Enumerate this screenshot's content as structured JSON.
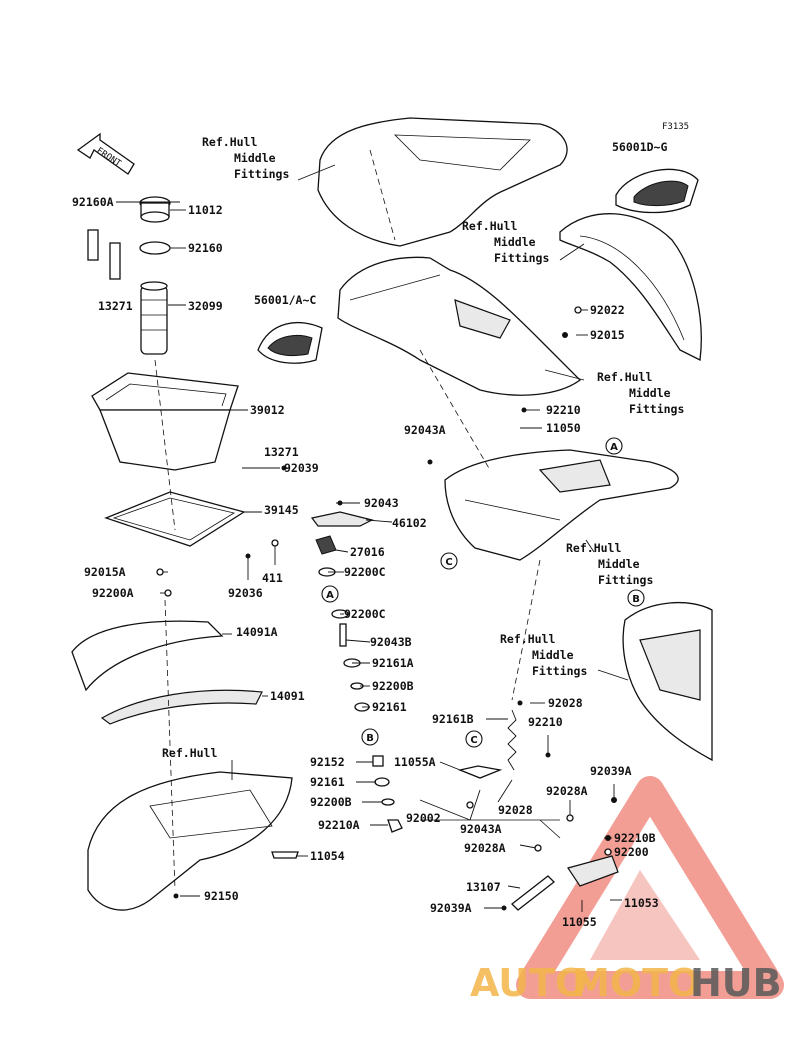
{
  "figure_code": "F3135",
  "front_arrow_text": "FRONT",
  "ref_labels": {
    "ref_hull_middle_1": [
      "Ref.Hull",
      "Middle",
      "Fittings"
    ],
    "ref_hull_middle_2": [
      "Ref.Hull",
      "Middle",
      "Fittings"
    ],
    "ref_hull_middle_3": [
      "Ref.Hull",
      "Middle",
      "Fittings"
    ],
    "ref_hull_middle_4": [
      "Ref.Hull",
      "Middle",
      "Fittings"
    ],
    "ref_hull_middle_5": [
      "Ref.Hull",
      "Middle",
      "Fittings"
    ],
    "ref_hull": "Ref.Hull"
  },
  "circle_refs": [
    "A",
    "A",
    "B",
    "B",
    "C",
    "C"
  ],
  "part_labels": {
    "p92160A": "92160A",
    "p11012": "11012",
    "p92160": "92160",
    "p13271a": "13271",
    "p32099": "32099",
    "p56001AC": "56001/A~C",
    "p39012": "39012",
    "p13271b": "13271",
    "p92039": "92039",
    "p39145": "39145",
    "p92043": "92043",
    "p46102": "46102",
    "p27016": "27016",
    "p92036": "92036",
    "p411": "411",
    "p92200C_1": "92200C",
    "p92015A": "92015A",
    "p92200A": "92200A",
    "p92200C_2": "92200C",
    "p14091A": "14091A",
    "p92043B": "92043B",
    "p92161A": "92161A",
    "p14091": "14091",
    "p92200B_1": "92200B",
    "p92161_1": "92161",
    "p92152": "92152",
    "p92161_2": "92161",
    "p92200B_2": "92200B",
    "p92210A": "92210A",
    "p11054": "11054",
    "p92150": "92150",
    "p56001DG": "56001D~G",
    "p92022": "92022",
    "p92015": "92015",
    "p92210_1": "92210",
    "p92043A_1": "92043A",
    "p11050": "11050",
    "p92028_1": "92028",
    "p92161B": "92161B",
    "p92210_2": "92210",
    "p11055A": "11055A",
    "p92028_2": "92028",
    "p92002": "92002",
    "p92043A_2": "92043A",
    "p92039A_1": "92039A",
    "p92028A_1": "92028A",
    "p92210B": "92210B",
    "p92200": "92200",
    "p92028A_2": "92028A",
    "p13107": "13107",
    "p11053": "11053",
    "p92039A_2": "92039A",
    "p11055": "11055"
  },
  "watermark": {
    "part1": "AUTO",
    "part2": "MOTO",
    "part3": "HUB",
    "color_primary": "#f4b54a",
    "color_secondary": "#5a5a5a",
    "logo_color": "#e8503f"
  }
}
